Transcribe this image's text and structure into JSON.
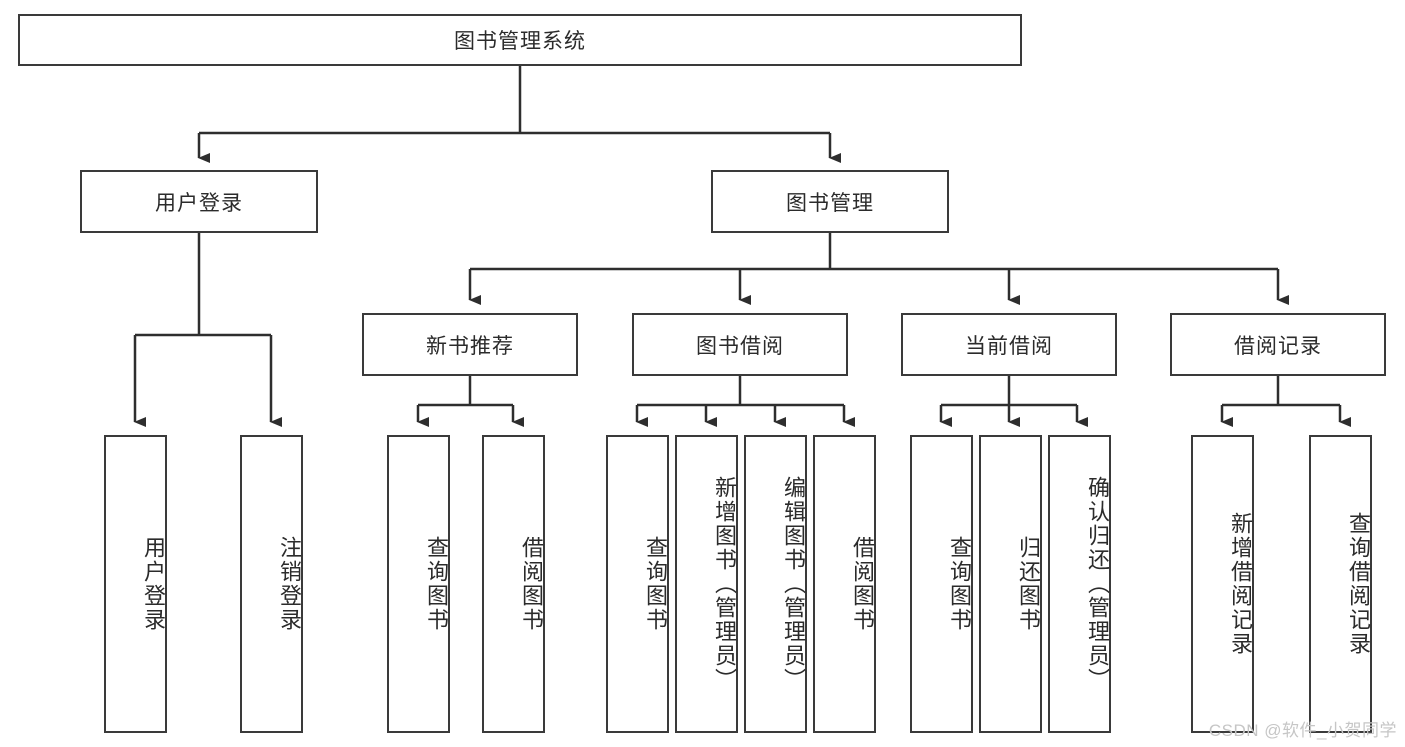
{
  "diagram": {
    "title": "图书管理系统",
    "type": "tree-hierarchy",
    "root": {
      "label": "图书管理系统"
    },
    "level1": [
      {
        "label": "用户登录"
      },
      {
        "label": "图书管理"
      }
    ],
    "level2": [
      {
        "label": "新书推荐"
      },
      {
        "label": "图书借阅"
      },
      {
        "label": "当前借阅"
      },
      {
        "label": "借阅记录"
      }
    ],
    "leaves": {
      "user_login": [
        {
          "label": "用户登录"
        },
        {
          "label": "注销登录"
        }
      ],
      "new_book_recommend": [
        {
          "label": "查询图书"
        },
        {
          "label": "借阅图书"
        }
      ],
      "book_borrow": [
        {
          "label": "查询图书"
        },
        {
          "label": "新增图书（管理员）"
        },
        {
          "label": "编辑图书（管理员）"
        },
        {
          "label": "借阅图书"
        }
      ],
      "current_borrow": [
        {
          "label": "查询图书"
        },
        {
          "label": "归还图书"
        },
        {
          "label": "确认归还（管理员）"
        }
      ],
      "borrow_record": [
        {
          "label": "新增借阅记录"
        },
        {
          "label": "查询借阅记录"
        }
      ]
    }
  },
  "watermark": {
    "text": "CSDN @软件_小贺同学"
  },
  "colors": {
    "stroke": "#3a3a3a",
    "background": "#ffffff",
    "text": "#2b2b2b",
    "watermark": "#c6c6c6"
  }
}
